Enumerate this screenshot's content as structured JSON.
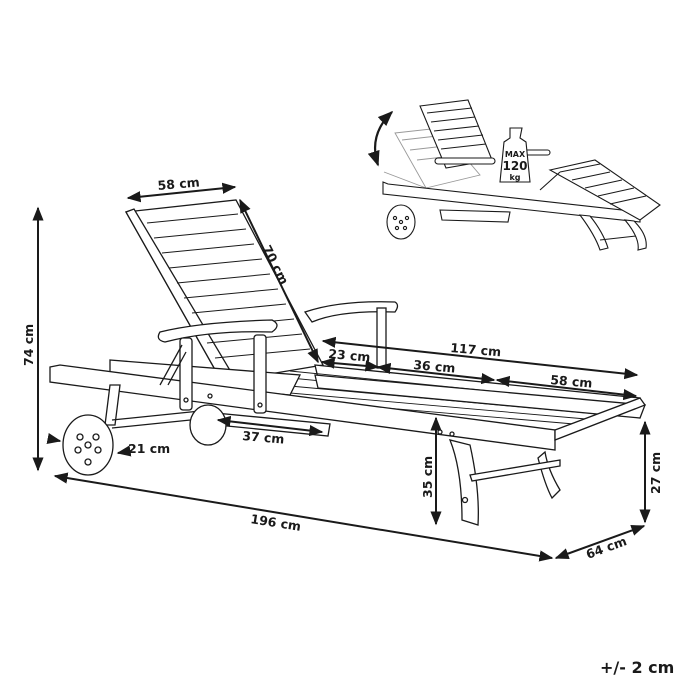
{
  "diagram": {
    "subject": "Wooden sun lounger with wheels and armrests - dimension drawing",
    "line_color": "#1a1a1a",
    "background": "#ffffff"
  },
  "dimensions": {
    "backrest_width": "58 cm",
    "backrest_length": "70 cm",
    "total_height": "74 cm",
    "wheel_diameter": "21 cm",
    "tray_length": "37 cm",
    "seat_section_1": "23 cm",
    "seat_section_2": "36 cm",
    "seat_section_3": "58 cm",
    "seat_total": "117 cm",
    "seat_height": "35 cm",
    "foot_height": "27 cm",
    "total_length": "196 cm",
    "total_width": "64 cm"
  },
  "inset": {
    "max_label": "MAX",
    "max_value": "120",
    "max_unit": "kg",
    "adjust_arrow": "curved-double-arrow"
  },
  "tolerance": "+/- 2 cm"
}
